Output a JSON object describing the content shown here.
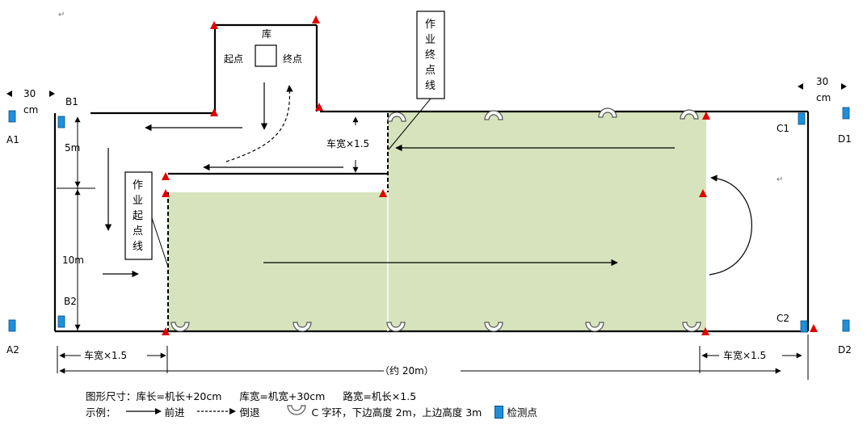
{
  "labels": {
    "width_top_left": "30",
    "cm_left": "cm",
    "width_top_right": "30",
    "cm_right": "cm",
    "garage": "库",
    "start_point": "起点",
    "end_point": "终点",
    "work_end_line": [
      "作",
      "业",
      "终",
      "点",
      "线"
    ],
    "work_start_line": [
      "作",
      "业",
      "起",
      "点",
      "线"
    ],
    "car_width_mid": "车宽×1.5",
    "len_5m": "5m",
    "len_10m": "10m",
    "car_width_left": "车宽×1.5",
    "car_width_right": "车宽×1.5",
    "total_length": "（约 20m）",
    "return_mark": "↵"
  },
  "points": {
    "A1": "A1",
    "A2": "A2",
    "B1": "B1",
    "B2": "B2",
    "C1": "C1",
    "C2": "C2",
    "D1": "D1",
    "D2": "D2"
  },
  "legend": {
    "dims_prefix": "图形尺寸：",
    "dim1": "库长=机长+20cm",
    "dim2": "库宽=机宽+30cm",
    "dim3": "路宽=机长×1.5",
    "example_prefix": "示例：",
    "forward": "前进",
    "reverse": "倒退",
    "c_ring": "C 字环，下边高度 2m，上边高度 3m",
    "check_point": "检测点"
  },
  "colors": {
    "field_fill": "#d6e3bc",
    "cone": "#e00000",
    "check_point": "#1e8fdc",
    "line": "#000000"
  }
}
